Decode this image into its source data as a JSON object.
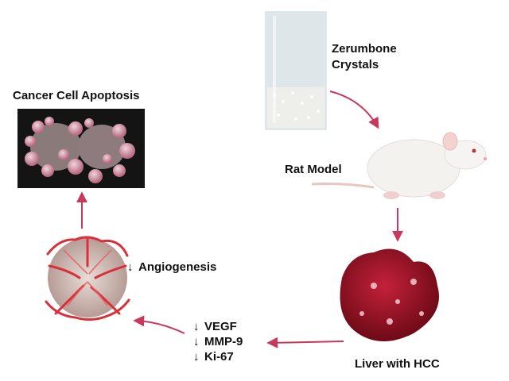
{
  "labels": {
    "zerumbone": "Zerumbone\nCrystals",
    "rat_model": "Rat Model",
    "liver": "Liver with HCC",
    "apoptosis": "Cancer Cell Apoptosis",
    "angiogenesis": "Angiogenesis"
  },
  "down_arrow_symbol": "↓",
  "markers": [
    "VEGF",
    "MMP-9",
    "Ki-67"
  ],
  "colors": {
    "arrow": "#c8385a",
    "liver": "#8e0f1f",
    "vessel": "#d9303a",
    "cell": "#c98a9a",
    "rat": "#f4f2ef"
  }
}
